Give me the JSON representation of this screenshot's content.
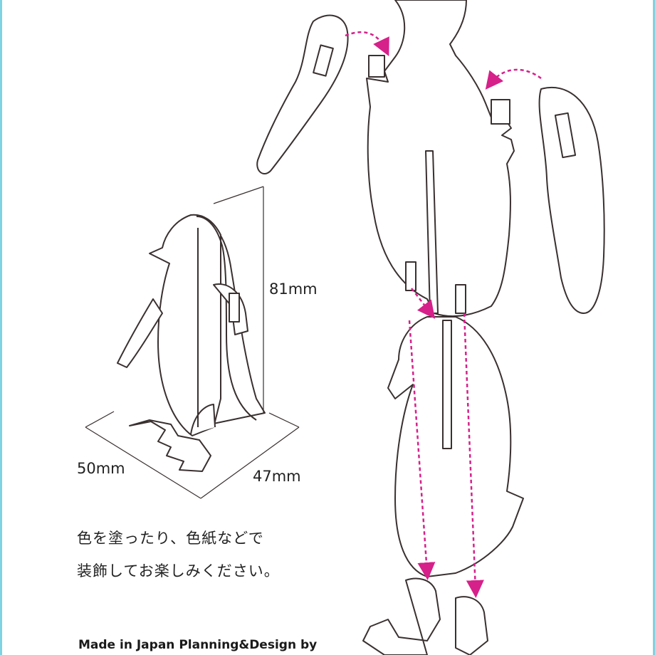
{
  "dimensions": {
    "height": "81mm",
    "width": "50mm",
    "depth": "47mm"
  },
  "note": {
    "line1": "色を塗ったり、色紙などで",
    "line2": "装飾してお楽しみください。"
  },
  "credit": "Made in Japan Planning&Design by",
  "colors": {
    "outline": "#3a3030",
    "arrow": "#d6208a",
    "border": "#7fd3e3"
  }
}
